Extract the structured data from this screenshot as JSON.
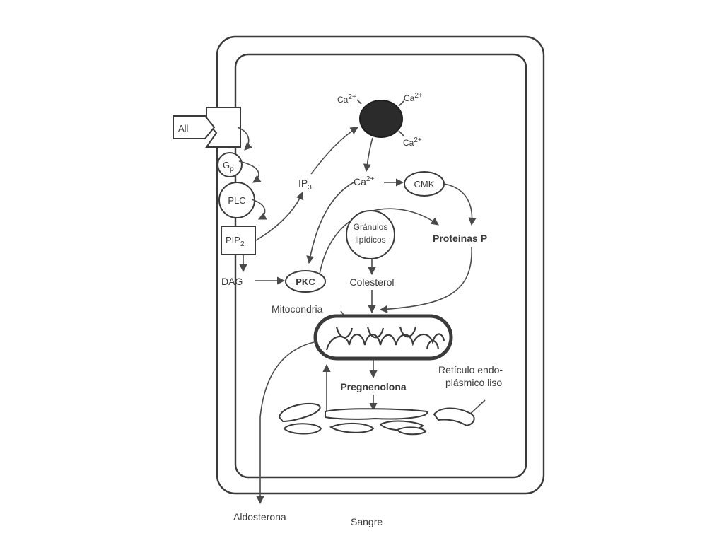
{
  "labels": {
    "all": "All",
    "gp_main": "G",
    "gp_sub": "p",
    "plc": "PLC",
    "pip_main": "PIP",
    "pip_sub": "2",
    "dag": "DAG",
    "pkc": "PKC",
    "ip_main": "IP",
    "ip_sub": "3",
    "ca_main": "Ca",
    "ca_sup": "2+",
    "cmk": "CMK",
    "granulos_line1": "Gránulos",
    "granulos_line2": "lipídicos",
    "proteinas": "Proteínas P",
    "colesterol": "Colesterol",
    "mitocondria": "Mitocondria",
    "pregnenolona": "Pregnenolona",
    "reticulo_line1": "Retículo endo-",
    "reticulo_line2": "plásmico liso",
    "aldosterona": "Aldosterona",
    "sangre": "Sangre"
  },
  "colors": {
    "line": "#4a4a4a",
    "text": "#3a3a3a",
    "calcium_store": "#2b2b2b",
    "background": "#ffffff"
  }
}
